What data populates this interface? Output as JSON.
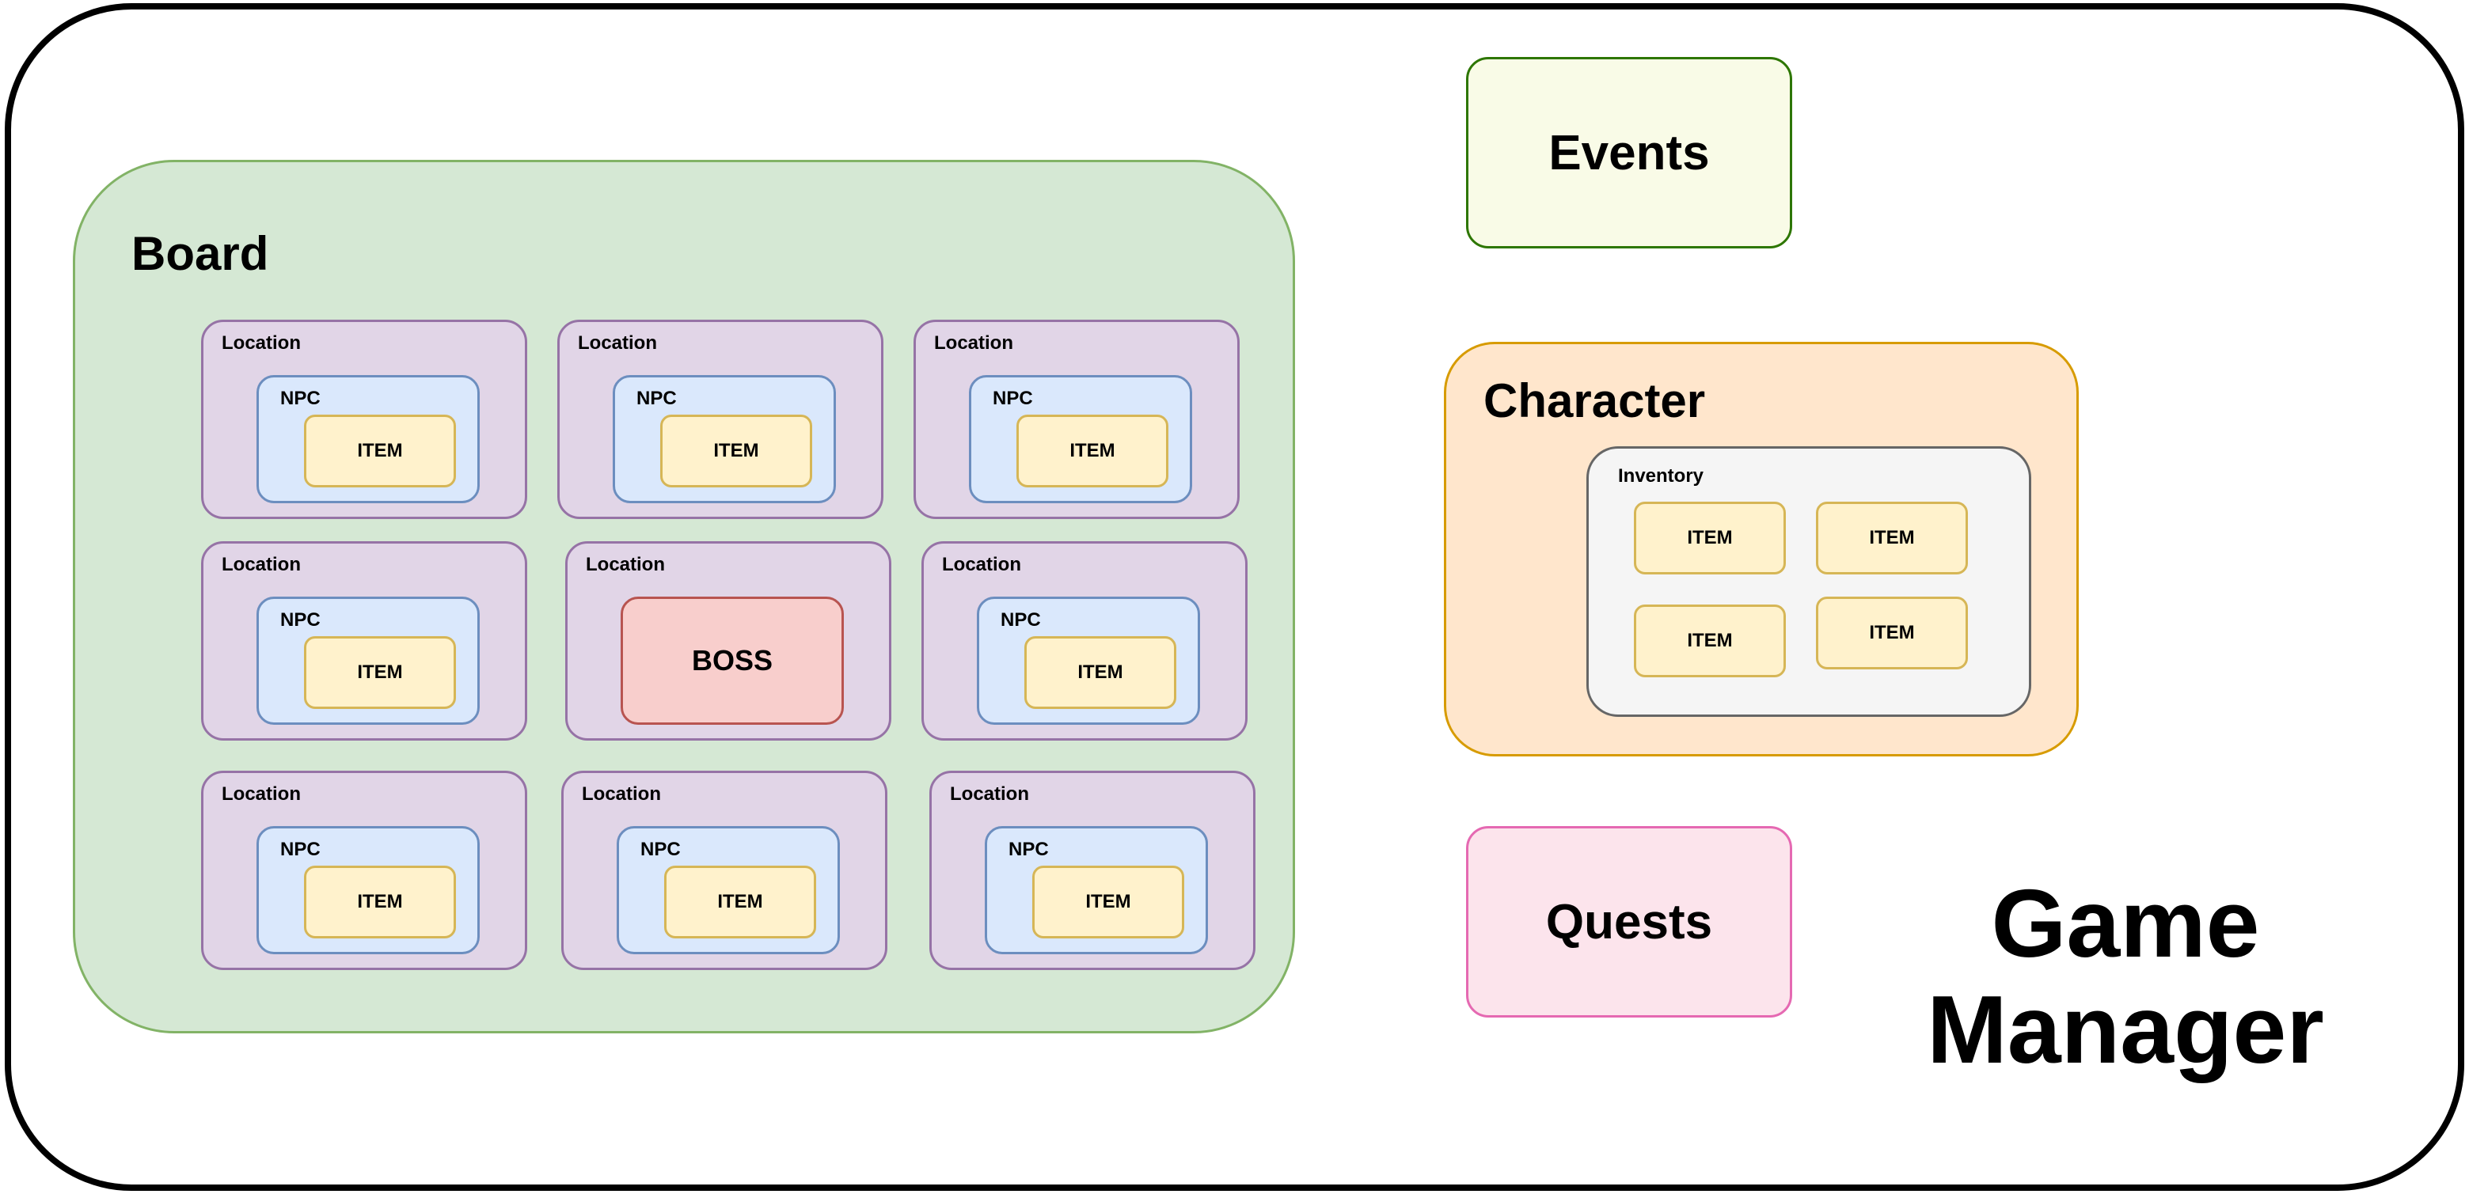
{
  "game_manager": {
    "title_line1": "Game",
    "title_line2": "Manager"
  },
  "board": {
    "title": "Board",
    "rows": [
      [
        {
          "type": "npc",
          "location_label": "Location",
          "npc_label": "NPC",
          "item_label": "ITEM"
        },
        {
          "type": "npc",
          "location_label": "Location",
          "npc_label": "NPC",
          "item_label": "ITEM"
        },
        {
          "type": "npc",
          "location_label": "Location",
          "npc_label": "NPC",
          "item_label": "ITEM"
        }
      ],
      [
        {
          "type": "npc",
          "location_label": "Location",
          "npc_label": "NPC",
          "item_label": "ITEM"
        },
        {
          "type": "boss",
          "location_label": "Location",
          "boss_label": "BOSS"
        },
        {
          "type": "npc",
          "location_label": "Location",
          "npc_label": "NPC",
          "item_label": "ITEM"
        }
      ],
      [
        {
          "type": "npc",
          "location_label": "Location",
          "npc_label": "NPC",
          "item_label": "ITEM"
        },
        {
          "type": "npc",
          "location_label": "Location",
          "npc_label": "NPC",
          "item_label": "ITEM"
        },
        {
          "type": "npc",
          "location_label": "Location",
          "npc_label": "NPC",
          "item_label": "ITEM"
        }
      ]
    ]
  },
  "events": {
    "label": "Events"
  },
  "character": {
    "title": "Character",
    "inventory": {
      "title": "Inventory",
      "items": [
        "ITEM",
        "ITEM",
        "ITEM",
        "ITEM"
      ]
    }
  },
  "quests": {
    "label": "Quests"
  },
  "colors": {
    "board_fill": "#d5e8d4",
    "board_stroke": "#82b366",
    "location_fill": "#e1d5e7",
    "location_stroke": "#9673a6",
    "npc_fill": "#dae8fc",
    "npc_stroke": "#6c8ebf",
    "item_fill": "#fff2cc",
    "item_stroke": "#d6b656",
    "boss_fill": "#f8cecc",
    "boss_stroke": "#b85450",
    "events_fill": "#f9fbe7",
    "events_stroke": "#2d7600",
    "character_fill": "#ffe6cc",
    "character_stroke": "#d79b00",
    "inventory_fill": "#f5f5f5",
    "inventory_stroke": "#666666",
    "quests_fill": "#fce4ec",
    "quests_stroke": "#e569b2"
  }
}
